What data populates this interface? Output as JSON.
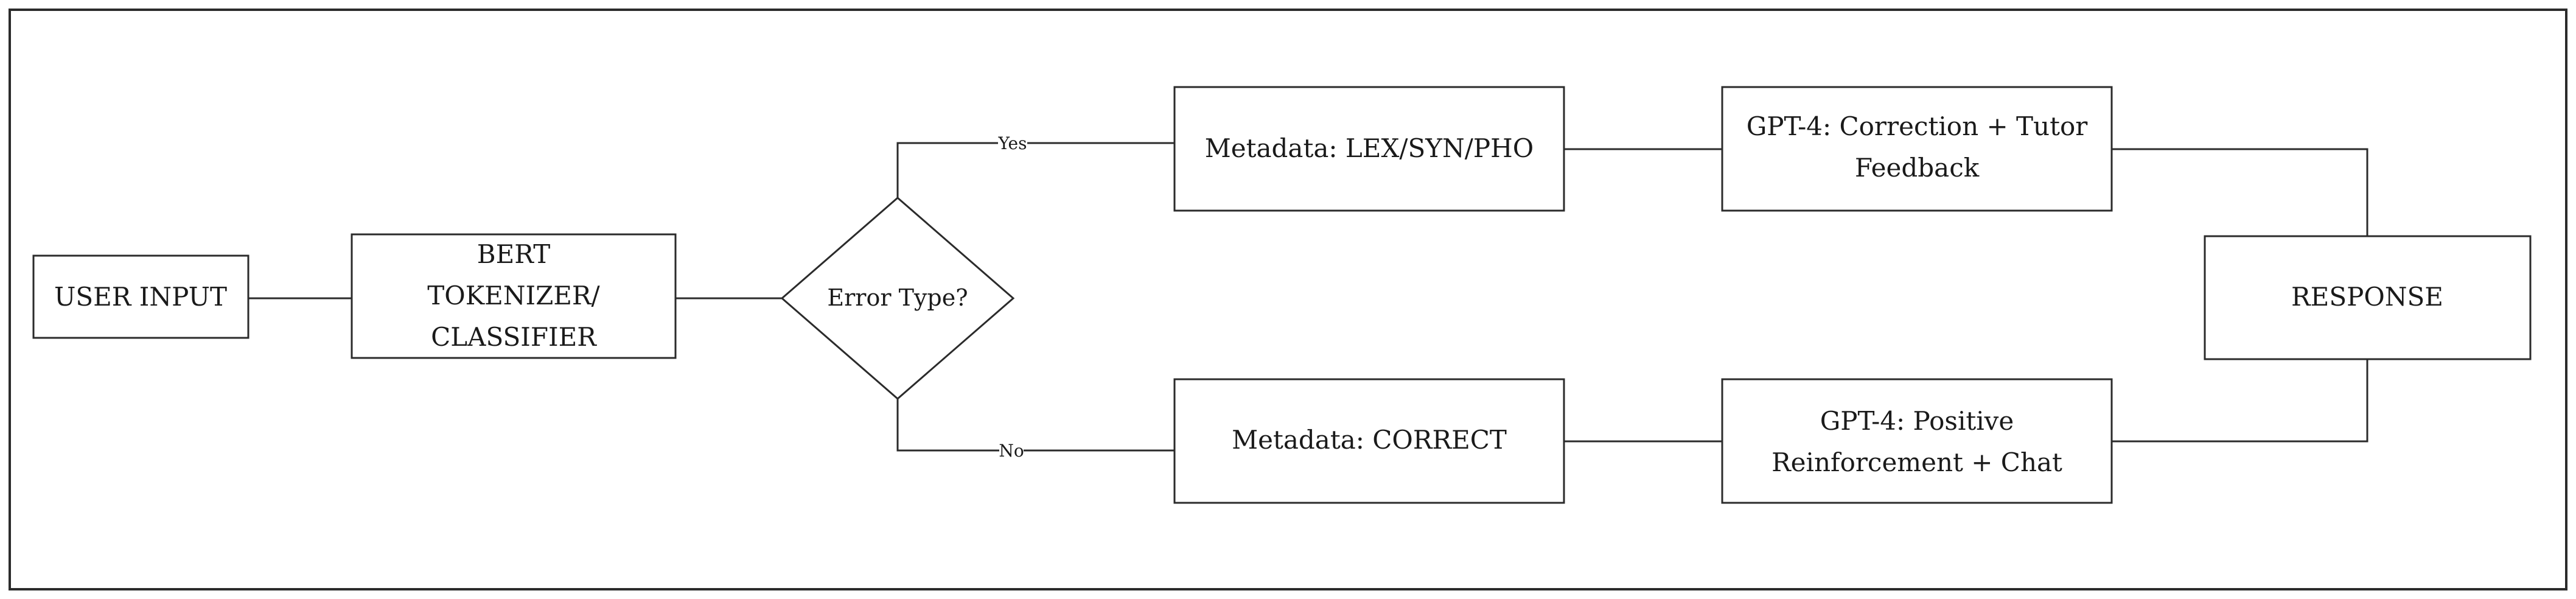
{
  "nodes": {
    "user_input": "USER INPUT",
    "bert": [
      "BERT",
      "TOKENIZER/",
      "CLASSIFIER"
    ],
    "decision": "Error Type?",
    "meta_error": "Metadata: LEX/SYN/PHO",
    "gpt_correction": [
      "GPT-4: Correction + Tutor",
      "Feedback"
    ],
    "meta_correct": "Metadata: CORRECT",
    "gpt_positive": [
      "GPT-4: Positive",
      "Reinforcement + Chat"
    ],
    "response": "RESPONSE"
  },
  "edges": {
    "yes_label": "Yes",
    "no_label": "No"
  }
}
